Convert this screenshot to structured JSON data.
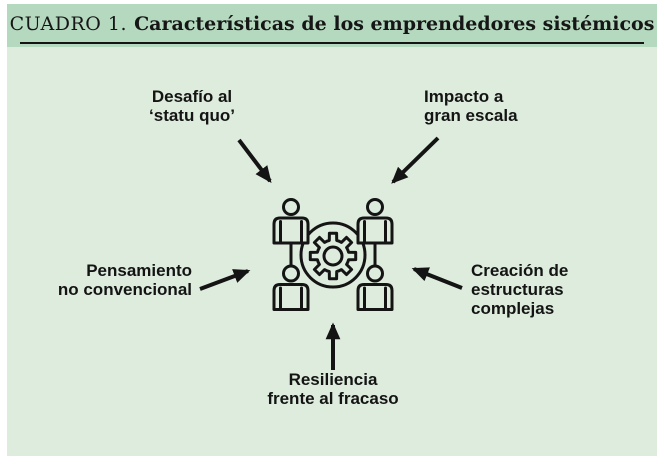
{
  "header": {
    "kicker": "CUADRO 1.",
    "title": "Características de los emprendedores sistémicos"
  },
  "diagram": {
    "center_icon": "team-around-gear-icon",
    "labels": [
      {
        "id": "top-left",
        "text": "Desafío al\n‘statu quo’"
      },
      {
        "id": "top-right",
        "text": "Impacto a\ngran escala"
      },
      {
        "id": "left",
        "text": "Pensamiento\nno convencional"
      },
      {
        "id": "right",
        "text": "Creación de\nestructuras\ncomplejas"
      },
      {
        "id": "bottom",
        "text": "Resiliencia\nfrente al fracaso"
      }
    ],
    "arrows": [
      "arrow-top-left",
      "arrow-top-right",
      "arrow-left",
      "arrow-right",
      "arrow-bottom"
    ]
  },
  "colors": {
    "header_bar": "#b5d9bf",
    "background": "#ddecdd",
    "ink": "#141414"
  }
}
